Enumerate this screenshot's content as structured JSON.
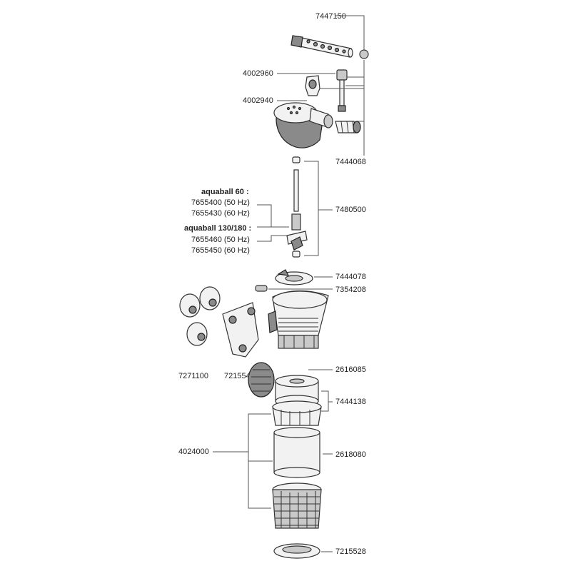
{
  "labels": {
    "p7447150": "7447150",
    "p4002960": "4002960",
    "p4002940": "4002940",
    "p7444068": "7444068",
    "p7480500": "7480500",
    "aqua60_title": "aquaball 60 :",
    "aqua60_50hz": "7655400 (50 Hz)",
    "aqua60_60hz": "7655430 (60 Hz)",
    "aqua130_title": "aquaball 130/180 :",
    "aqua130_50hz": "7655460 (50 Hz)",
    "aqua130_60hz": "7655450 (60 Hz)",
    "p7444078": "7444078",
    "p7354208": "7354208",
    "p7271100": "7271100",
    "p7215548": "7215548",
    "p2616085": "2616085",
    "p7444138": "7444138",
    "p4024000": "4024000",
    "p2618080": "2618080",
    "p7215528": "7215528"
  }
}
